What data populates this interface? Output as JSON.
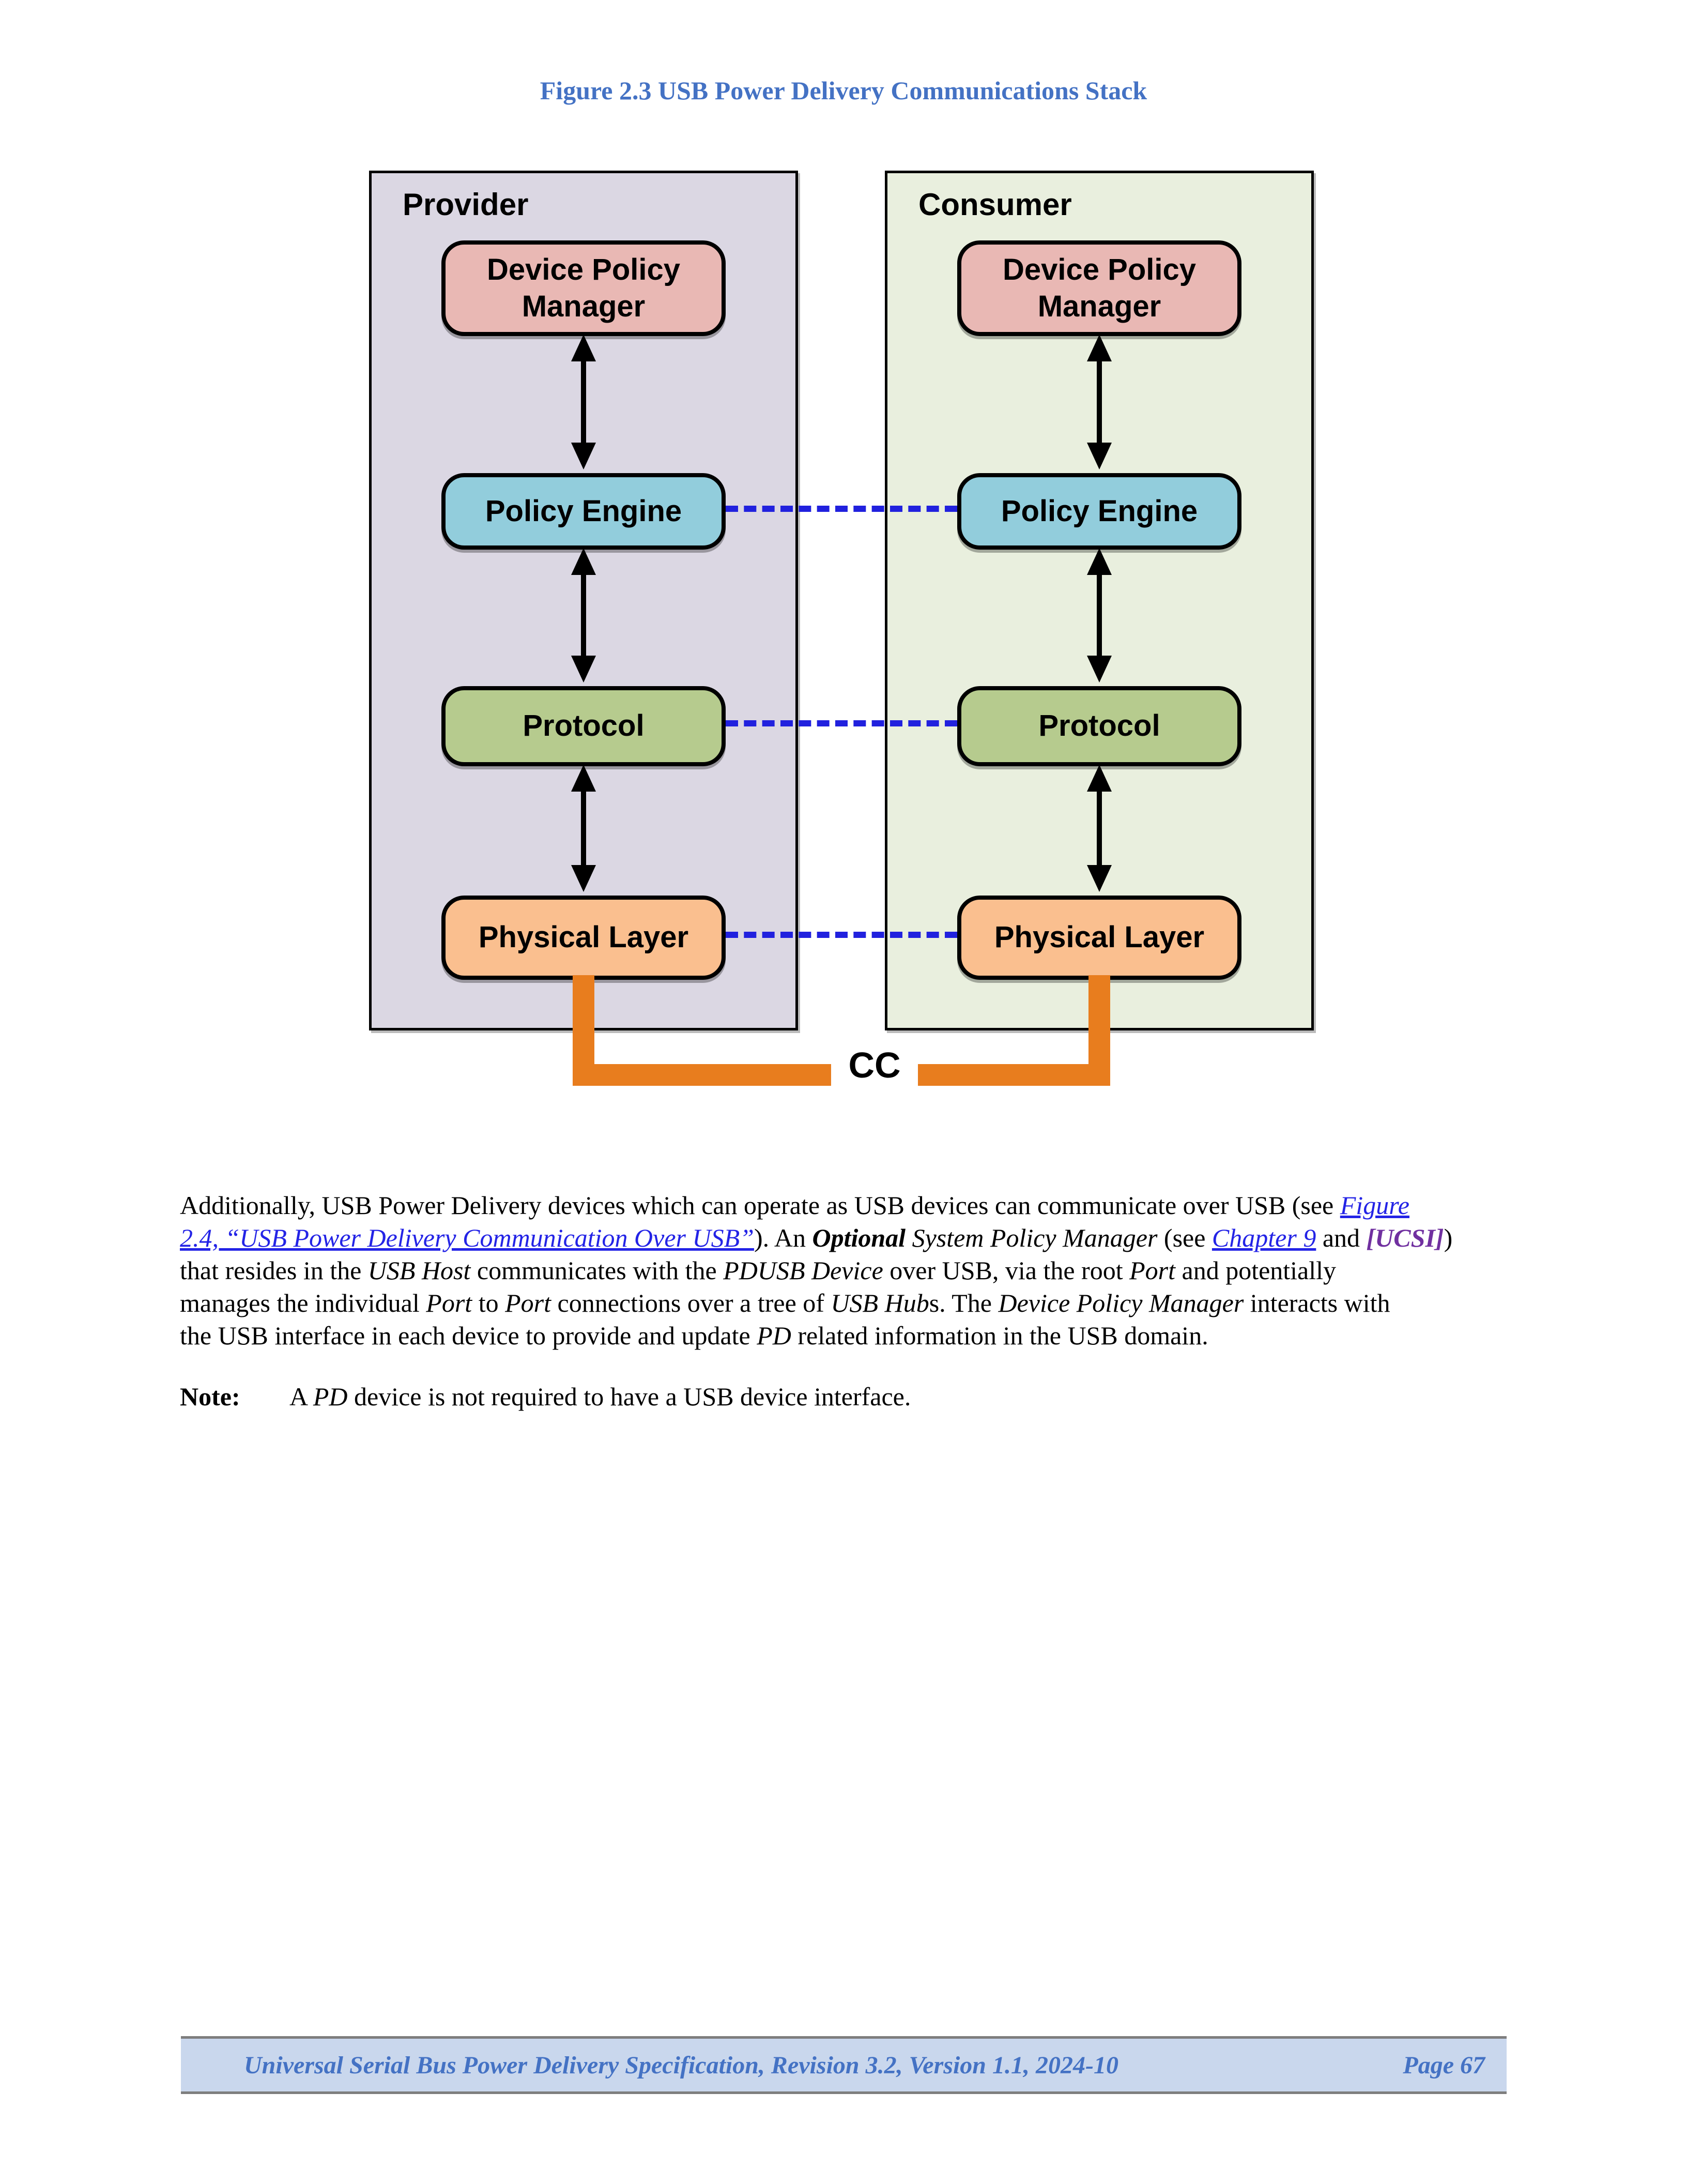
{
  "colors": {
    "title-blue": "#4472C4",
    "text-black": "#000000",
    "panel-border": "#000000",
    "provider-bg": "#DBD7E3",
    "consumer-bg": "#E9EFDE",
    "dpm-fill": "#E9B8B4",
    "pe-fill": "#92CDDC",
    "proto-fill": "#B6CB8E",
    "phy-fill": "#FABF8F",
    "cc-orange": "#E87D1E",
    "dotted-blue": "#2121DE",
    "link-blue": "#2323E6",
    "ref-purple": "#7030A0",
    "footer-bg": "#C9D7ED",
    "footer-text": "#4472C4",
    "footer-border": "#7E7E7E"
  },
  "page": {
    "title": "Figure 2.3 USB Power Delivery Communications Stack"
  },
  "diagram": {
    "provider": {
      "label": "Provider",
      "boxes": [
        {
          "lines": [
            "Device Policy",
            "Manager"
          ]
        },
        {
          "lines": [
            "Policy Engine"
          ]
        },
        {
          "lines": [
            "Protocol"
          ]
        },
        {
          "lines": [
            "Physical Layer"
          ]
        }
      ]
    },
    "consumer": {
      "label": "Consumer",
      "boxes": [
        {
          "lines": [
            "Device Policy",
            "Manager"
          ]
        },
        {
          "lines": [
            "Policy Engine"
          ]
        },
        {
          "lines": [
            "Protocol"
          ]
        },
        {
          "lines": [
            "Physical Layer"
          ]
        }
      ]
    },
    "cc_label": "CC"
  },
  "paragraph": {
    "lines": [
      [
        {
          "t": "Additionally, USB Power Delivery devices which can operate as USB devices can communicate over USB (see "
        },
        {
          "t": "Figure ",
          "s": "link",
          "n": "figure-2-4-link",
          "x": true
        }
      ],
      [
        {
          "t": "2.4, “USB Power Delivery Communication Over USB”",
          "s": "link",
          "n": "figure-2-4-link",
          "x": true
        },
        {
          "t": "). An "
        },
        {
          "t": "Optional",
          "s": "bi"
        },
        {
          "t": " "
        },
        {
          "t": "System Policy Manager",
          "s": "i"
        },
        {
          "t": " (see "
        },
        {
          "t": "Chapter 9",
          "s": "link",
          "n": "chapter-9-link",
          "x": true
        },
        {
          "t": " and "
        },
        {
          "t": "[UCSI]",
          "s": "ref",
          "n": "ucsi-reference-link",
          "x": true
        },
        {
          "t": ")"
        }
      ],
      [
        {
          "t": "that resides in the "
        },
        {
          "t": "USB Host",
          "s": "i"
        },
        {
          "t": " communicates with the "
        },
        {
          "t": "PDUSB Device",
          "s": "i"
        },
        {
          "t": " over USB, via the root "
        },
        {
          "t": "Port",
          "s": "i"
        },
        {
          "t": " and potentially"
        }
      ],
      [
        {
          "t": "manages the individual "
        },
        {
          "t": "Port",
          "s": "i"
        },
        {
          "t": " to "
        },
        {
          "t": "Port",
          "s": "i"
        },
        {
          "t": " connections over a tree of "
        },
        {
          "t": "USB Hub",
          "s": "i"
        },
        {
          "t": "s. The "
        },
        {
          "t": "Device Policy Manager",
          "s": "i"
        },
        {
          "t": " interacts with"
        }
      ],
      [
        {
          "t": "the USB interface in each device to provide and update "
        },
        {
          "t": "PD",
          "s": "i"
        },
        {
          "t": " related information in the USB domain."
        }
      ]
    ]
  },
  "note": {
    "label": "Note:",
    "segments": [
      {
        "t": "A "
      },
      {
        "t": "PD",
        "s": "i"
      },
      {
        "t": " device is not required to have a USB device interface."
      }
    ]
  },
  "footer": {
    "left": "Universal Serial Bus Power Delivery Specification, Revision 3.2, Version 1.1, 2024-10",
    "right": "Page 67"
  }
}
